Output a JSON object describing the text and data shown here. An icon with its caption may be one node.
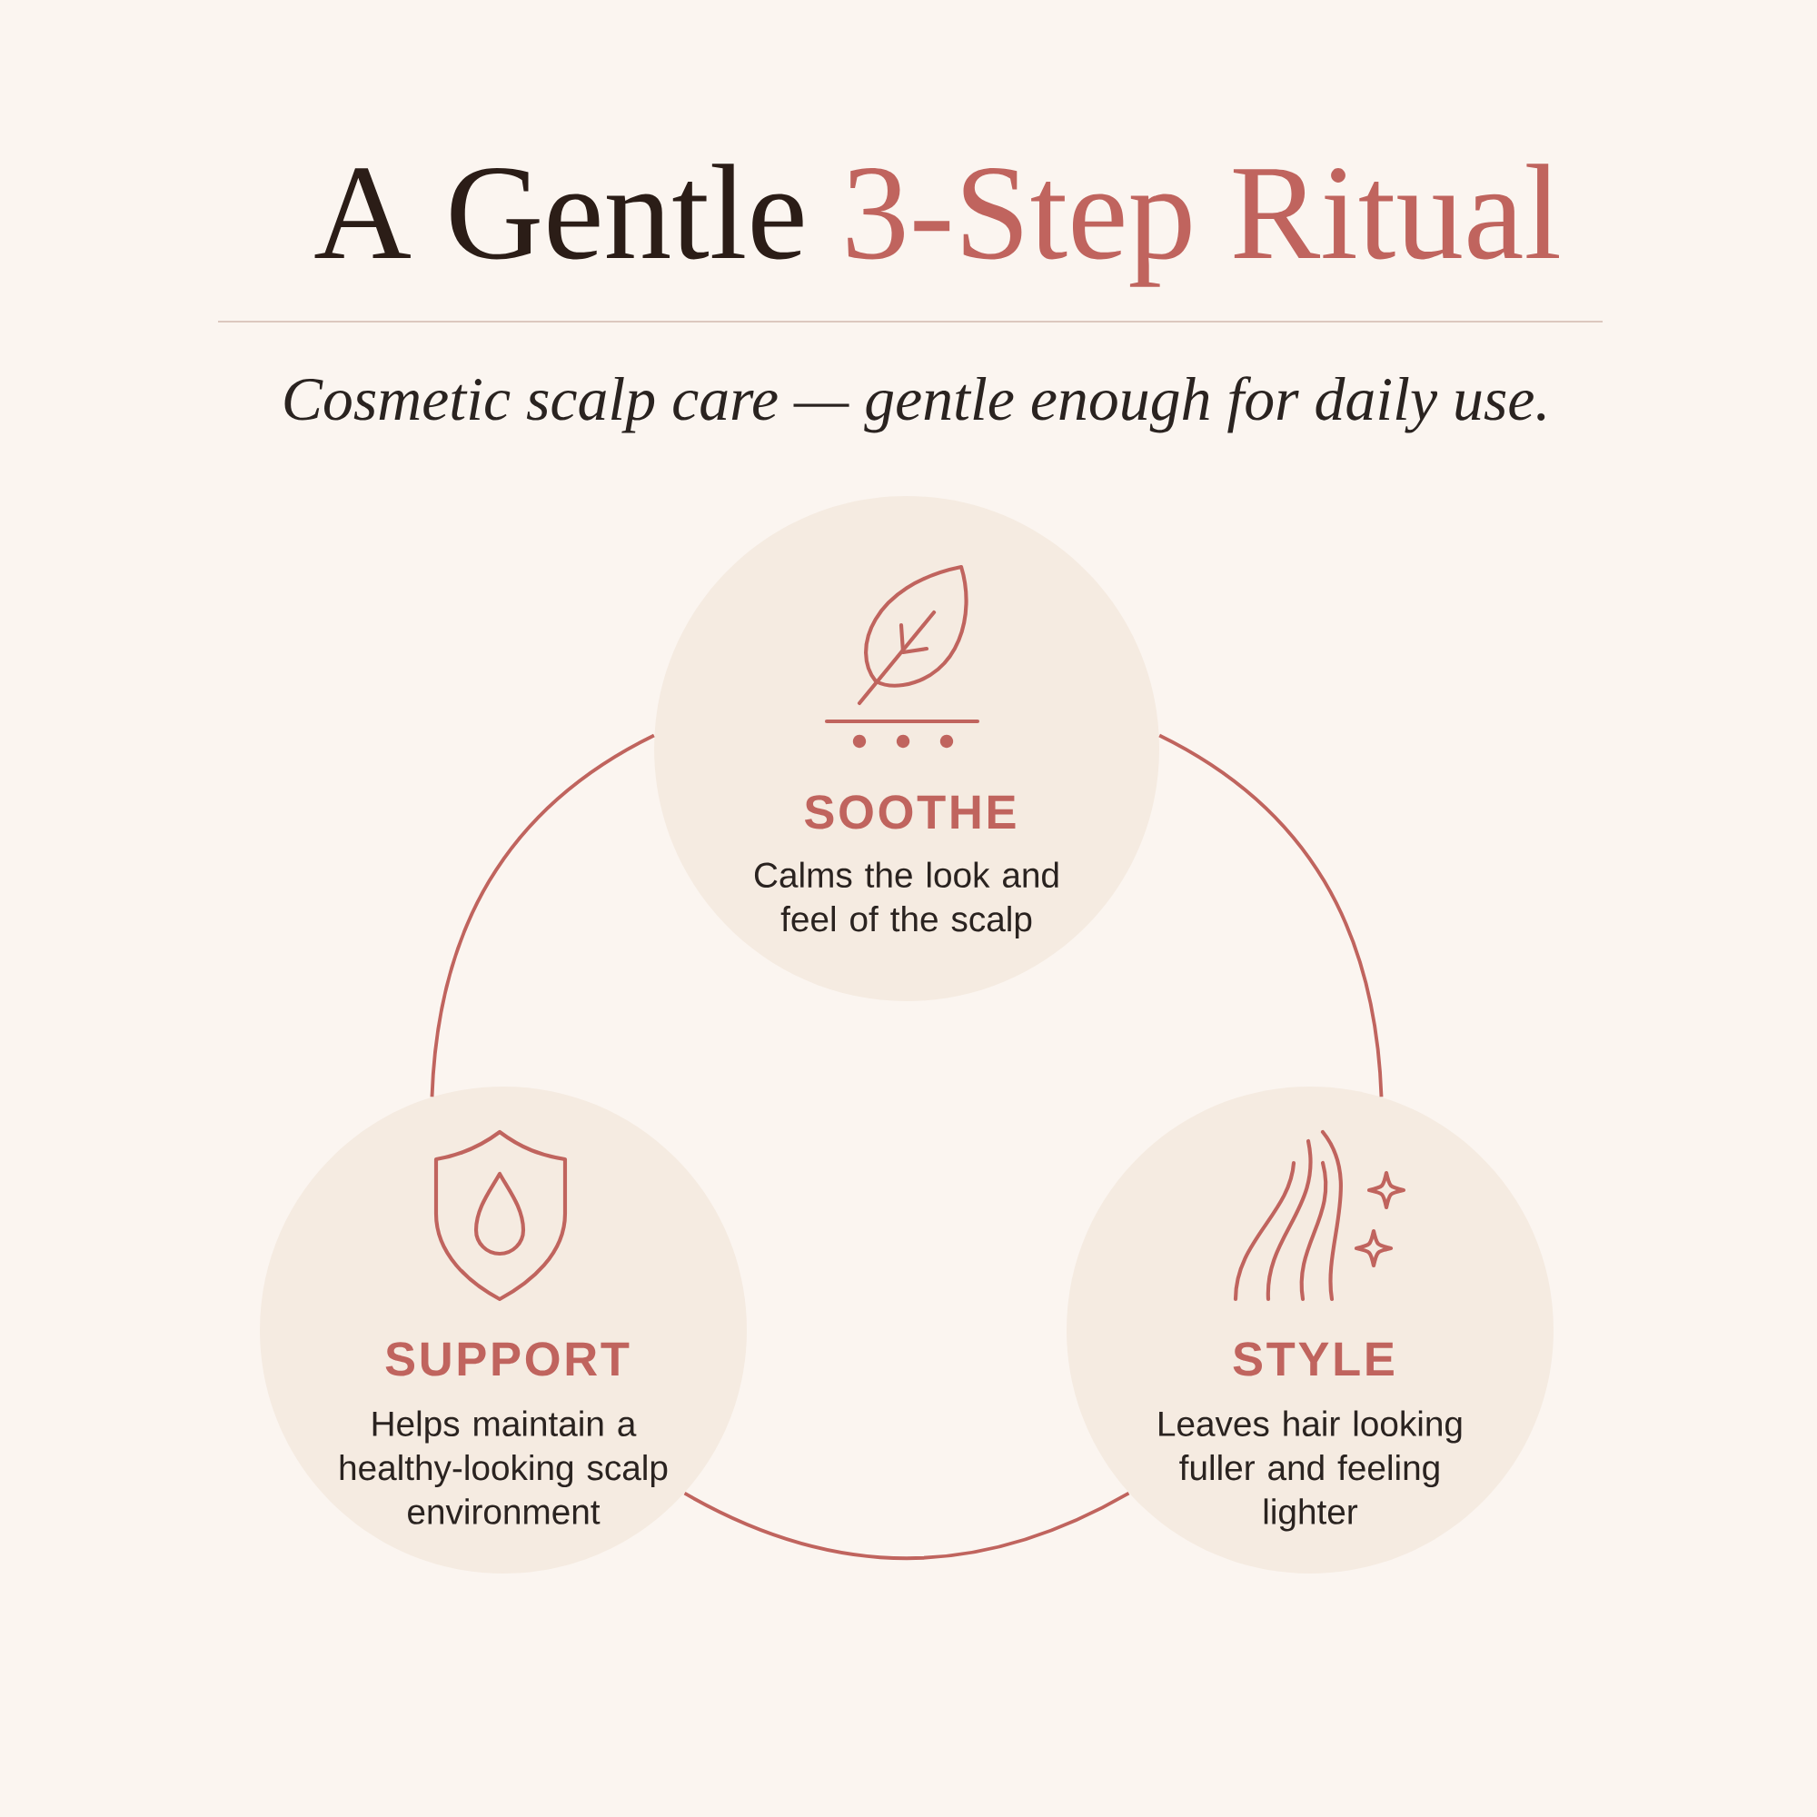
{
  "diagram": {
    "title": "A Gentle 3-Step Ritual",
    "nodes": [
      {
        "text": [
          "SOOTHE",
          "Calms the look and feel of the scalp"
        ]
      },
      {
        "text": [
          "SUPPORT",
          "Helps maintain a healthy-looking scalp environment"
        ]
      },
      {
        "text": [
          "STYLE",
          "Leaves hair looking fuller and feeling lighter"
        ]
      }
    ],
    "edges": [
      {
        "from": 0,
        "to": 1,
        "arrow": "none"
      },
      {
        "from": 0,
        "to": 2,
        "arrow": "none"
      },
      {
        "from": 1,
        "to": 2,
        "arrow": "none"
      }
    ],
    "labels": [
      "Cosmetic scalp care — gentle enough for daily use."
    ]
  }
}
